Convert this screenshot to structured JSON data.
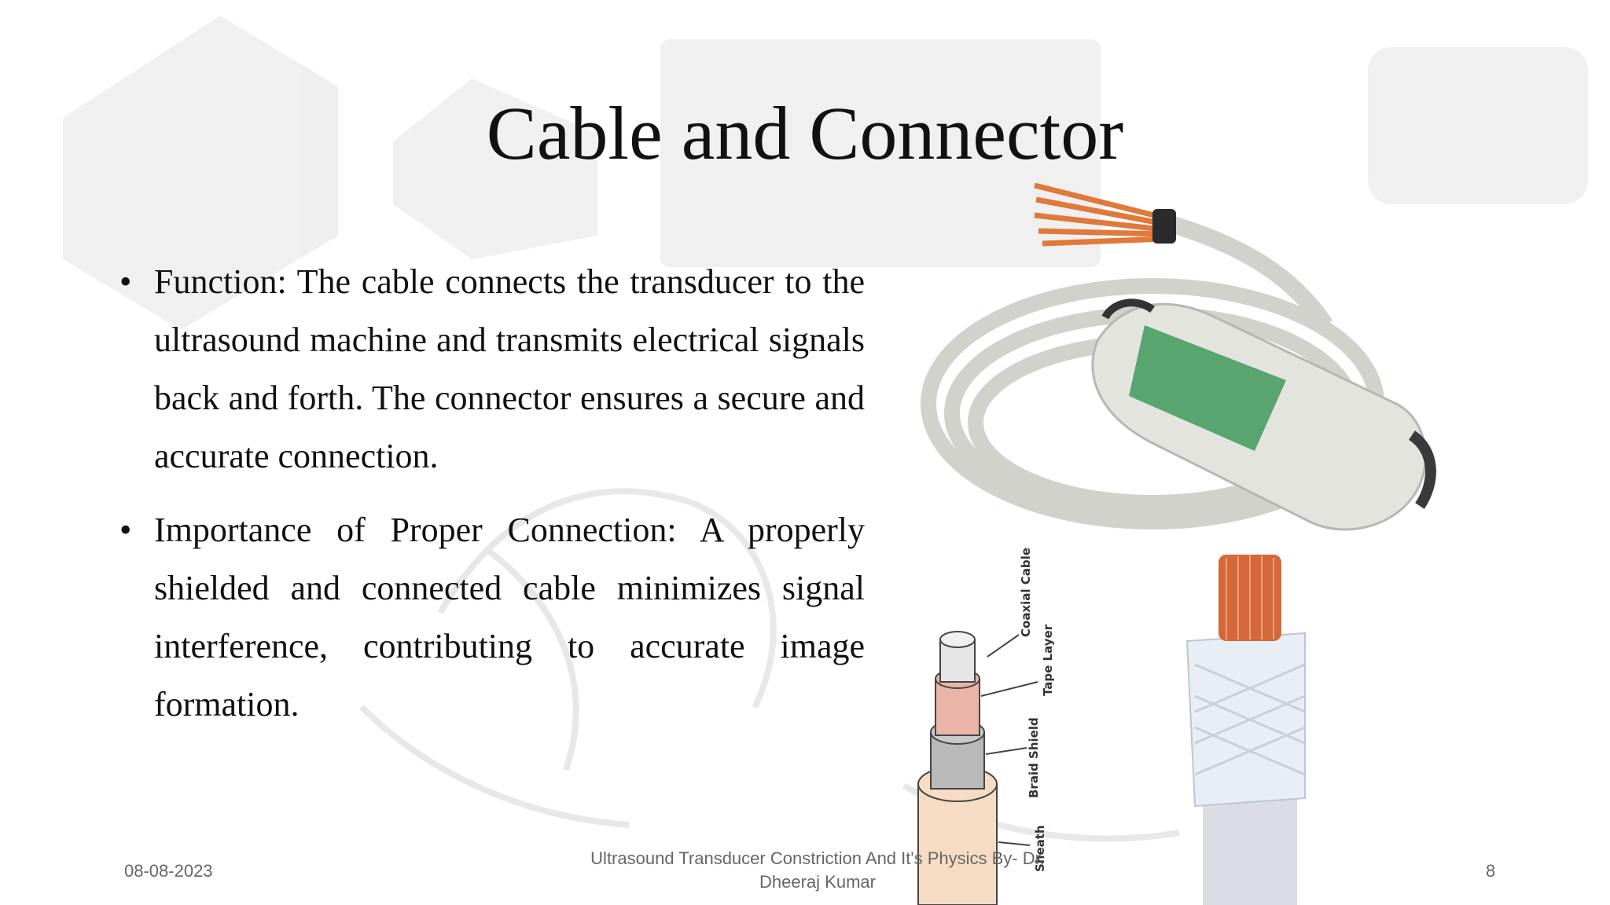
{
  "slide": {
    "title": "Cable and Connector",
    "bullets": [
      {
        "symbol": "•",
        "text": "Function: The cable connects the transducer to the ultrasound machine and transmits electrical signals back and forth. The connector ensures a secure and accurate connection."
      },
      {
        "symbol": "•",
        "text": "Importance of Proper Connection: A properly shielded and connected cable minimizes signal interference, contributing to accurate image formation."
      }
    ]
  },
  "diagram": {
    "labels": [
      "Coaxial Cables",
      "Tape Layer",
      "Braid Shield",
      "Sheath"
    ]
  },
  "footer": {
    "date": "08-08-2023",
    "center_text": "Ultrasound Transducer Constriction And It's Physics By- Dr. Dheeraj Kumar",
    "page_number": "8"
  },
  "colors": {
    "probe_body": "#dcdcd6",
    "pcb_green": "#3f9a5c",
    "wire_orange": "#e0793a",
    "copper": "#d4683a",
    "tape_layer": "#eab4a8",
    "sheath": "#f6dcc4"
  }
}
